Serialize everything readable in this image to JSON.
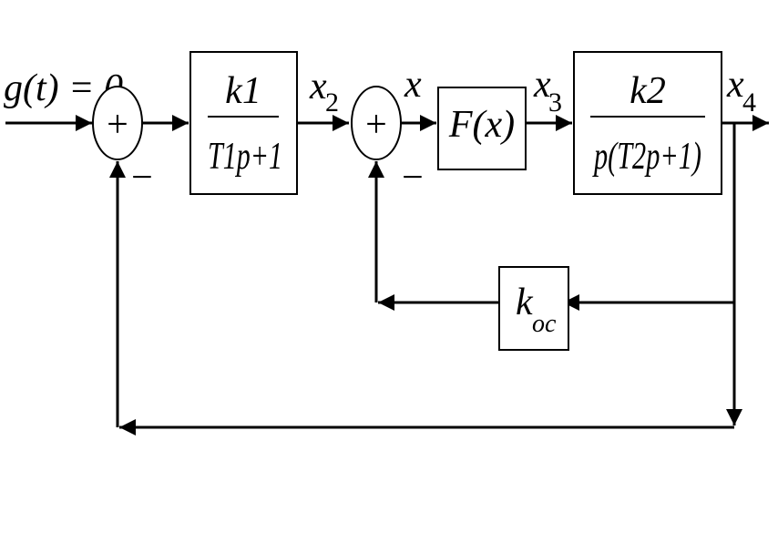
{
  "input": {
    "label": "g(t) = 0"
  },
  "sum1": {
    "sign": "+",
    "feedback_sign": "−"
  },
  "block1": {
    "numerator": "k1",
    "denominator": "T1p+1"
  },
  "signal_x2": {
    "label": "x",
    "sub": "2"
  },
  "sum2": {
    "sign": "+",
    "feedback_sign": "−"
  },
  "signal_x": {
    "label": "x"
  },
  "block_nonlinear": {
    "label": "F(x)"
  },
  "signal_x3": {
    "label": "x",
    "sub": "3"
  },
  "block2": {
    "numerator": "k2",
    "denominator": "p(T2p+1)"
  },
  "signal_x4": {
    "label": "x",
    "sub": "4"
  },
  "block_feedback": {
    "label": "k",
    "sub": "oc"
  }
}
